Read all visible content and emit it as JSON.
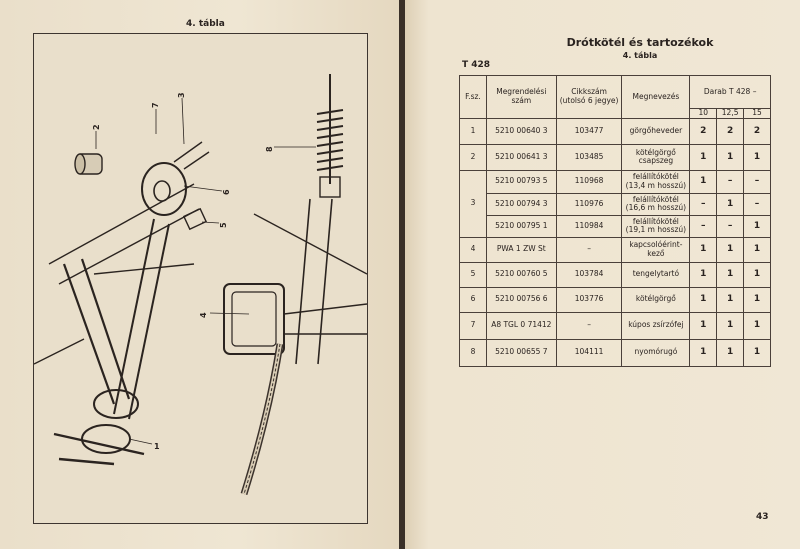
{
  "left": {
    "heading": "4. tábla",
    "callouts": [
      "1",
      "2",
      "3",
      "4",
      "5",
      "6",
      "7",
      "8"
    ]
  },
  "right": {
    "title": "Drótkötél és tartozékok",
    "subtitle": "4. tábla",
    "model": "T 428",
    "page_number": "43",
    "headers": {
      "fsz": "F.sz.",
      "order_no": "Megrendelési szám",
      "item_no": "Cikkszám (utolsó 6 jegye)",
      "name": "Megnevezés",
      "qty": "Darab T 428 –",
      "q10": "10",
      "q125": "12,5",
      "q15": "15"
    },
    "rows": [
      {
        "fsz": "1",
        "order": "5210 00640 3",
        "item": "103477",
        "name": "görgőheveder",
        "q10": "2",
        "q125": "2",
        "q15": "2"
      },
      {
        "fsz": "2",
        "order": "5210 00641 3",
        "item": "103485",
        "name": "kötélgörgő csapszeg",
        "q10": "1",
        "q125": "1",
        "q15": "1"
      },
      {
        "fsz": "3",
        "order": "5210 00793 5",
        "item": "110968",
        "name": "felállítókötél (13,4 m hosszú)",
        "q10": "1",
        "q125": "–",
        "q15": "–"
      },
      {
        "fsz": "",
        "order": "5210 00794 3",
        "item": "110976",
        "name": "felállítókötél (16,6 m hosszú)",
        "q10": "–",
        "q125": "1",
        "q15": "–"
      },
      {
        "fsz": "",
        "order": "5210 00795 1",
        "item": "110984",
        "name": "felállítókötél (19,1 m hosszú)",
        "q10": "–",
        "q125": "–",
        "q15": "1"
      },
      {
        "fsz": "4",
        "order": "PWA 1 ZW St",
        "item": "–",
        "name": "kapcsolóérint-kező",
        "q10": "1",
        "q125": "1",
        "q15": "1"
      },
      {
        "fsz": "5",
        "order": "5210 00760 5",
        "item": "103784",
        "name": "tengelytartó",
        "q10": "1",
        "q125": "1",
        "q15": "1"
      },
      {
        "fsz": "6",
        "order": "5210 00756 6",
        "item": "103776",
        "name": "kötélgörgő",
        "q10": "1",
        "q125": "1",
        "q15": "1"
      },
      {
        "fsz": "7",
        "order": "A8 TGL 0 71412",
        "item": "–",
        "name": "kúpos zsírzófej",
        "q10": "1",
        "q125": "1",
        "q15": "1"
      },
      {
        "fsz": "8",
        "order": "5210 00655 7",
        "item": "104111",
        "name": "nyomórugó",
        "q10": "1",
        "q125": "1",
        "q15": "1"
      }
    ]
  }
}
